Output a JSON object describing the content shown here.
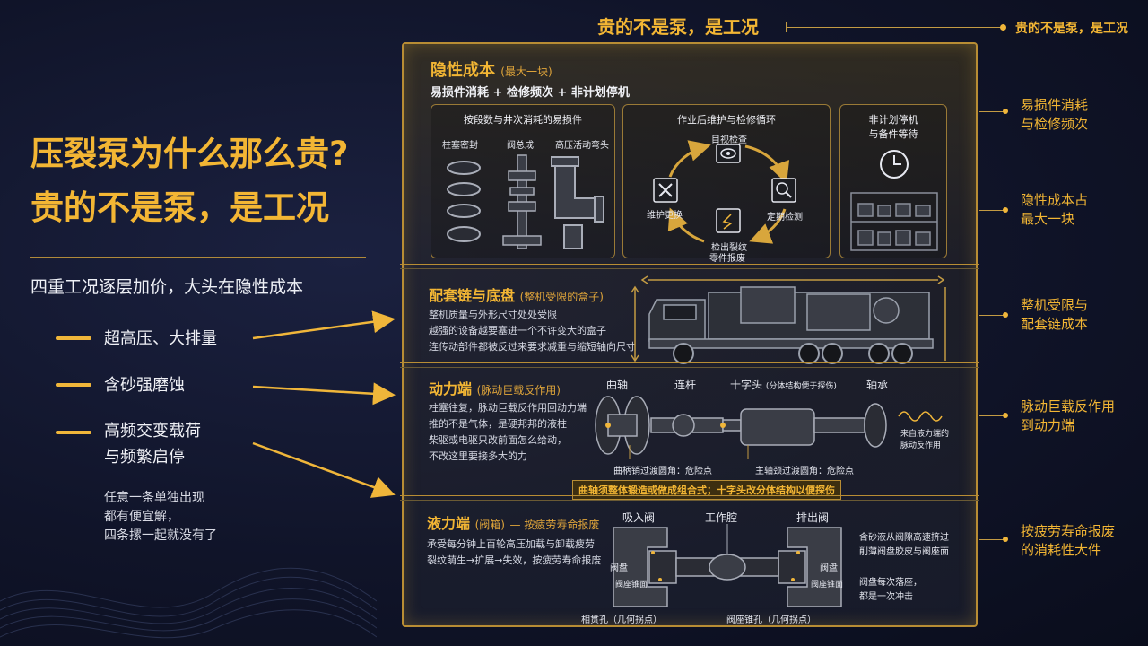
{
  "top": {
    "title": "贵的不是泵，是工况",
    "right_label": "贵的不是泵，是工况"
  },
  "left": {
    "title_line1": "压裂泵为什么那么贵?",
    "title_line2": "贵的不是泵，是工况",
    "subtitle": "四重工况逐层加价，大头在隐性成本",
    "conditions": [
      {
        "line1": "超高压、大排量",
        "line2": ""
      },
      {
        "line1": "含砂强磨蚀",
        "line2": ""
      },
      {
        "line1": "高频交变载荷",
        "line2": "与频繁启停"
      }
    ],
    "note": [
      "任意一条单独出现",
      "都有便宜解，",
      "四条摞一起就没有了"
    ]
  },
  "sections": {
    "hidden": {
      "title": "隐性成本",
      "sub": "(最大一块)",
      "formula": "易损件消耗 + 检修频次 + 非计划停机",
      "box_a_title": "按段数与井次消耗的易损件",
      "box_a_items": [
        "柱塞密封",
        "阀总成",
        "高压活动弯头"
      ],
      "box_b_title": "作业后维护与检修循环",
      "cycle": [
        "目视检查",
        "定期检测",
        "检出裂纹",
        "零件报废",
        "维护更换"
      ],
      "box_c_title_1": "非计划停机",
      "box_c_title_2": "与备件等待"
    },
    "chassis": {
      "title": "配套链与底盘",
      "sub": "(整机受限的盒子)",
      "desc": [
        "整机质量与外形尺寸处处受限",
        "越强的设备越要塞进一个不许变大的盒子",
        "连传动部件都被反过来要求减重与缩短轴向尺寸"
      ]
    },
    "power": {
      "title": "动力端",
      "sub": "(脉动巨载反作用)",
      "desc": [
        "柱塞往复，脉动巨载反作用回动力端",
        "推的不是气体，是硬邦邦的液柱",
        "柴驱或电驱只改前面怎么给动，",
        "不改这里要接多大的力"
      ],
      "labels": {
        "crank": "曲轴",
        "rod": "连杆",
        "crosshead": "十字头",
        "crosshead_note": "(分体结构便于探伤)",
        "bearing": "轴承"
      },
      "wave_note": [
        "来自液力端的",
        "脉动反作用"
      ],
      "fillet_1": "曲柄销过渡圆角：危险点",
      "fillet_2": "主轴颈过渡圆角：危险点",
      "banner": "曲轴须整体锻造或做成组合式；十字头改分体结构以便探伤"
    },
    "fluid": {
      "title": "液力端",
      "sub": "(阀箱)",
      "sub2": "— 按疲劳寿命报废",
      "desc": [
        "承受每分钟上百轮高压加载与卸载疲劳",
        "裂纹萌生→扩展→失效，按疲劳寿命报废"
      ],
      "labels": {
        "suction": "吸入阀",
        "chamber": "工作腔",
        "discharge": "排出阀",
        "disc_l": "阀盘",
        "seat_l": "阀座锥面",
        "disc_r": "阀盘",
        "seat_r": "阀座锥面",
        "bore": "相贯孔（几何拐点）",
        "taper": "阀座锥孔（几何拐点）"
      },
      "notes": [
        [
          "含砂液从阀隙高速挤过",
          "削薄阀盘胶皮与阀座面"
        ],
        [
          "阀盘每次落座，",
          "都是一次冲击"
        ]
      ]
    }
  },
  "right_labels": [
    [
      "易损件消耗",
      "与检修频次"
    ],
    [
      "隐性成本占",
      "最大一块"
    ],
    [
      "整机受限与",
      "配套链成本"
    ],
    [
      "脉动巨载反作用",
      "到动力端"
    ],
    [
      "按疲劳寿命报废",
      "的消耗性大件"
    ]
  ],
  "colors": {
    "accent": "#f0b63a",
    "background": "#101429",
    "frame": "#b88d34"
  }
}
